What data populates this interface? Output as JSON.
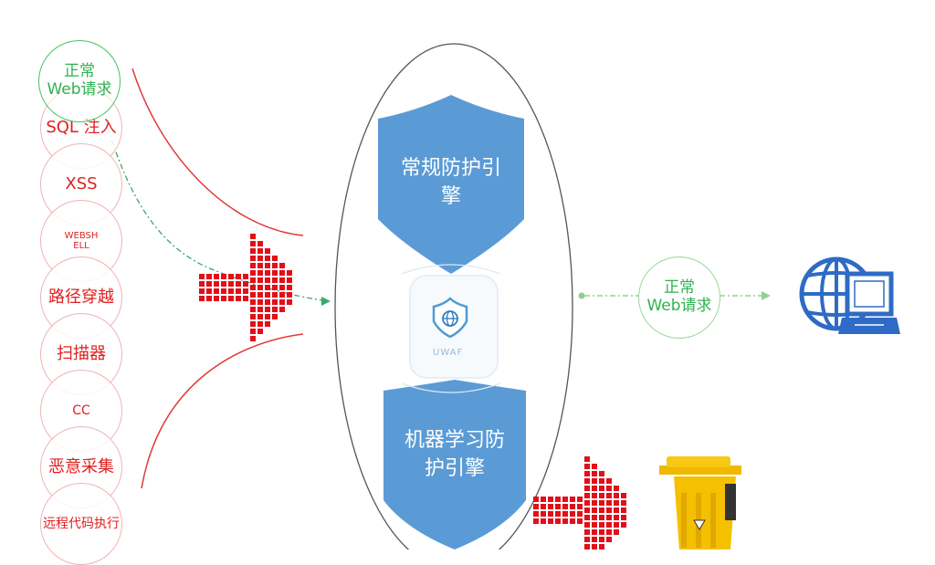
{
  "threats": [
    {
      "label": "SQL 注入"
    },
    {
      "label": "XSS"
    },
    {
      "label": "WEBSH\nELL"
    },
    {
      "label": "路径穿越"
    },
    {
      "label": "扫描器"
    },
    {
      "label": "CC"
    },
    {
      "label": "恶意采集"
    },
    {
      "label": "远程代码执行"
    }
  ],
  "normal_request_in": {
    "label": "正常\nWeb请求"
  },
  "engines": {
    "top": "常规防护引\n擎",
    "bottom": "机器学习防\n护引擎"
  },
  "waf_logo": {
    "label": "UWAF"
  },
  "normal_request_out": {
    "label": "正常\nWeb请求"
  },
  "colors": {
    "threat": "#e02020",
    "normal": "#2fb24f",
    "shield": "#5b9bd5",
    "arrow": "#e0101a",
    "bin": "#f5c000",
    "globe": "#2e6bc6"
  },
  "icons": [
    "globe-laptop-icon",
    "trash-bin-icon",
    "shield-globe-icon"
  ]
}
